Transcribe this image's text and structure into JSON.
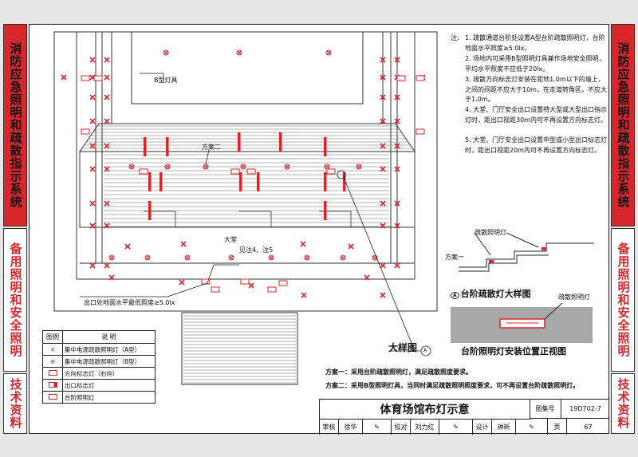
{
  "side_left_top": "消防应急照明和疏散指示系统",
  "side_left_bottom_a": "备用照明和安全照明",
  "side_left_bottom_b": "技术资料",
  "side_right_top": "消防应急照明和疏散指示系统",
  "side_right_bottom_a": "备用照明和安全照明",
  "side_right_bottom_b": "技术资料",
  "plan": {
    "label_b_fixture": "B型灯具",
    "label_scheme2": "方案二",
    "label_hall": "大堂",
    "label_see_note": "见注4、注5",
    "label_exit_illum": "出口处地面水平最低照度≥5.0lx",
    "label_detail": "大样图",
    "label_detail_num": "A"
  },
  "notes": {
    "prefix": "注:",
    "items": [
      "1. 疏散通道台阶处设置A型台阶疏散照明灯，台阶地面水平照度≥5.0lx。",
      "2. 场地内可采用B型照明灯具兼作场地安全照明，平均水平照度不应低于20lx。",
      "3. 疏散方向标志灯安装在距地1.0m以下的墙上，之间的间距不应大于10m，在走道转角区，不应大于1.0m。",
      "4. 大堂、门厅安全出口设置特大型或大型出口指示灯时，距出口视距30m内可不再设置方向标志灯。",
      "5. 大堂、门厅安全出口设置中型或小型出口标志灯时，距出口视距20m内可不再设置方向标志灯。"
    ]
  },
  "detail": {
    "label_lamp": "疏散照明灯",
    "label_scheme1": "方案一",
    "title": "台阶疏散灯大样图",
    "title_num": "A",
    "front_label": "疏散照明灯",
    "front_title": "台阶照明灯安装位置正视图"
  },
  "legend": {
    "col_symbol": "图例",
    "col_desc": "说    明",
    "rows": [
      {
        "icon": "x-red",
        "text": "集中电源疏散照明灯（A型）"
      },
      {
        "icon": "xcircle-red",
        "text": "集中电源疏散照明灯（B型）"
      },
      {
        "icon": "arrow-box",
        "text": "方向标志灯（右向）"
      },
      {
        "icon": "exit-box",
        "text": "出口标志灯"
      },
      {
        "icon": "step-box",
        "text": "台阶照明灯"
      }
    ]
  },
  "schemes": {
    "s1": "方案一：采用台阶疏散照明灯，满足疏散照度要求。",
    "s2": "方案二：采用B型照明灯具，当同时满足疏散照明照度要求，可不再设置台阶疏散照明灯。"
  },
  "titleblock": {
    "title": "体育场馆布灯示意",
    "atlas_label": "图集号",
    "atlas_no": "19D702-7",
    "review_label": "审核",
    "reviewer": "徐华",
    "check_label": "校对",
    "checker": "刘力红",
    "design_label": "设计",
    "designer": "钟新",
    "page_label": "页",
    "page_no": "67"
  },
  "colors": {
    "accent_red": "#d8262d",
    "line": "#222222"
  }
}
